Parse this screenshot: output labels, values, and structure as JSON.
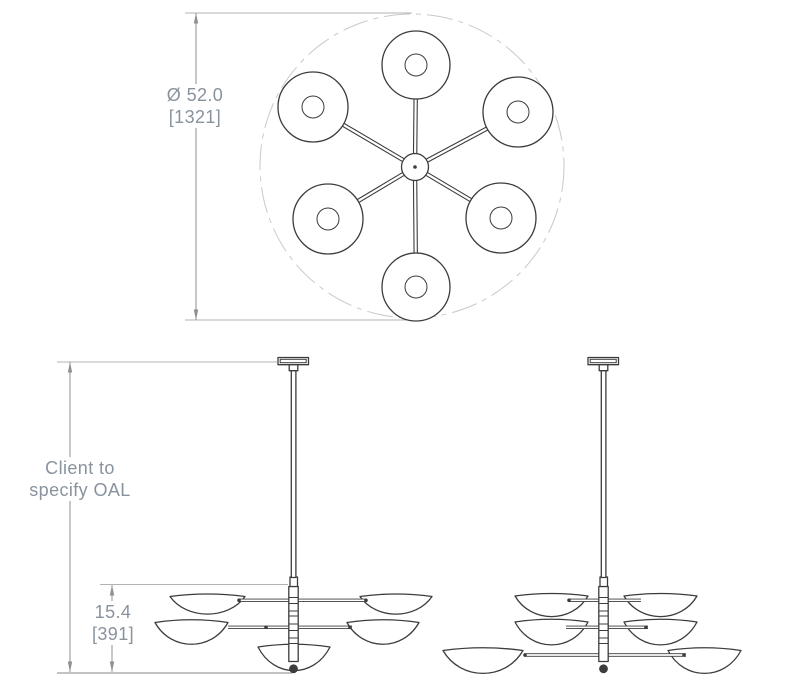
{
  "top_view": {
    "diameter_in": "Ø 52.0",
    "diameter_mm": "[1321]"
  },
  "front_view": {
    "oal_note_line1": "Client to",
    "oal_note_line2": "specify OAL",
    "tier_height_in": "15.4",
    "tier_height_mm": "[391]"
  },
  "colors": {
    "background": "#ffffff",
    "drawing_line": "#3c3c3c",
    "dimension_line": "#8f8f8f",
    "extension_line": "#b3b3b3",
    "phantom_line": "#c9c9c9",
    "label_text": "#89939e"
  }
}
